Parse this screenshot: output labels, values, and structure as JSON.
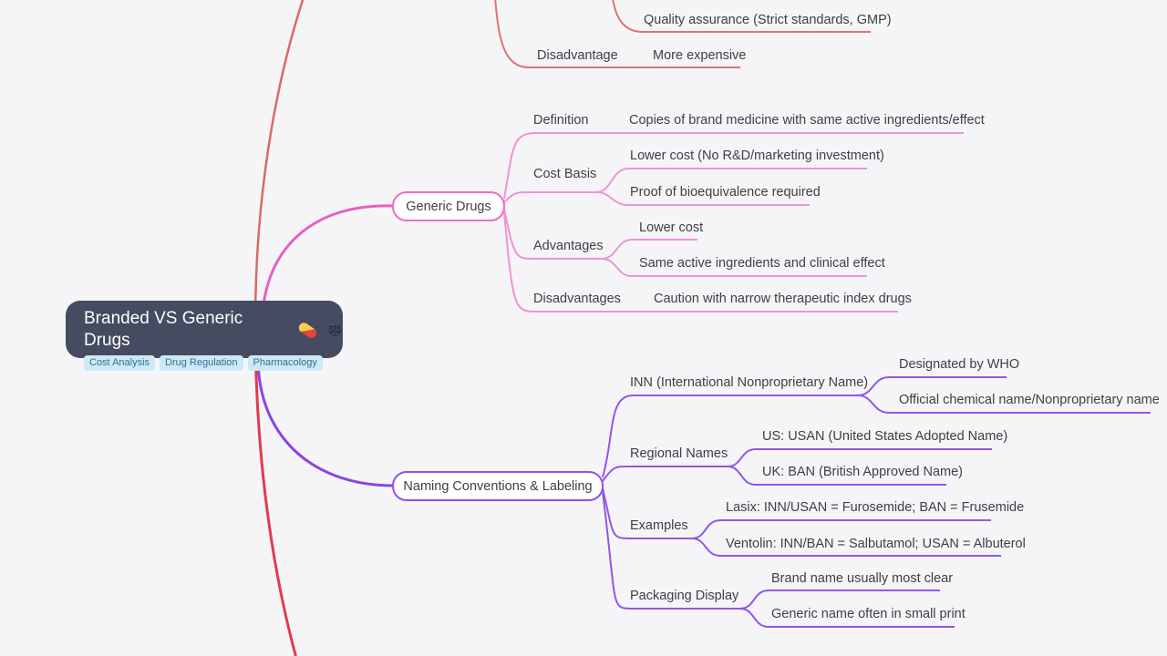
{
  "root": {
    "title": "Branded VS Generic Drugs",
    "tags": [
      "Cost Analysis",
      "Drug Regulation",
      "Pharmacology"
    ]
  },
  "branches": {
    "branded": {
      "items": [
        {
          "label": "Quality assurance (Strict standards, GMP)"
        },
        {
          "label": "Disadvantage",
          "value": "More expensive"
        }
      ]
    },
    "generic": {
      "title": "Generic Drugs",
      "children": [
        {
          "label": "Definition",
          "values": [
            "Copies of brand medicine with same active ingredients/effect"
          ]
        },
        {
          "label": "Cost Basis",
          "values": [
            "Lower cost (No R&D/marketing investment)",
            "Proof of bioequivalence required"
          ]
        },
        {
          "label": "Advantages",
          "values": [
            "Lower cost",
            "Same active ingredients and clinical effect"
          ]
        },
        {
          "label": "Disadvantages",
          "values": [
            "Caution with narrow therapeutic index drugs"
          ]
        }
      ]
    },
    "naming": {
      "title": "Naming Conventions & Labeling",
      "children": [
        {
          "label": "INN (International Nonproprietary Name)",
          "values": [
            "Designated by WHO",
            "Official chemical name/Nonproprietary name"
          ]
        },
        {
          "label": "Regional Names",
          "values": [
            "US: USAN (United States Adopted Name)",
            "UK: BAN (British Approved Name)"
          ]
        },
        {
          "label": "Examples",
          "values": [
            "Lasix: INN/USAN = Furosemide; BAN = Frusemide",
            "Ventolin: INN/BAN = Salbutamol; USAN = Albuterol"
          ]
        },
        {
          "label": "Packaging Display",
          "values": [
            "Brand name usually most clear",
            "Generic name often in small print"
          ]
        }
      ]
    }
  },
  "colors": {
    "background": "#f5f5f7",
    "branded_line": "#dc7472",
    "branded_trunk_upper": "#d96a66",
    "branded_trunk_lower": "#e13a50",
    "generic_trunk": "#e55fc6",
    "generic_line": "#ef93d6",
    "generic_border": "#ee6bc9",
    "naming_trunk": "#8a43e8",
    "naming_line": "#9257e9",
    "root_bg": "#454b61",
    "tag_bg": "#cde9f6",
    "tag_text": "#2f7292"
  }
}
